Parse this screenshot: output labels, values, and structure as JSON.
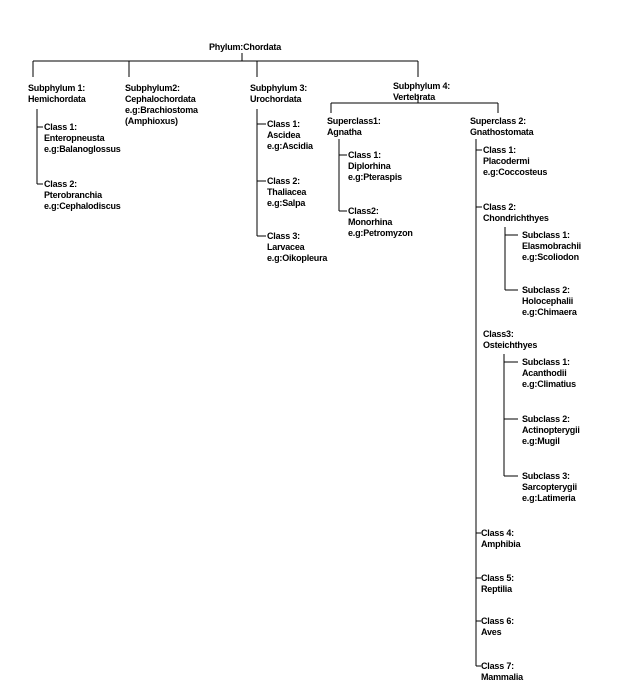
{
  "tree": {
    "root": [
      "Phylum:Chordata"
    ],
    "subphylum1": [
      "Subphylum 1:",
      "Hemichordata"
    ],
    "hemi_class1": [
      "Class 1:",
      "Enteropneusta",
      "e.g:Balanoglossus"
    ],
    "hemi_class2": [
      "Class 2:",
      "Pterobranchia",
      "e.g:Cephalodiscus"
    ],
    "subphylum2": [
      "Subphylum2:",
      "Cephalochordata",
      "e.g:Brachiostoma",
      "(Amphioxus)"
    ],
    "subphylum3": [
      "Subphylum 3:",
      "Urochordata"
    ],
    "uro_class1": [
      "Class 1:",
      "Ascidea",
      "e.g:Ascidia"
    ],
    "uro_class2": [
      "Class 2:",
      "Thaliacea",
      "e.g:Salpa"
    ],
    "uro_class3": [
      "Class 3:",
      "Larvacea",
      "e.g:Oikopleura"
    ],
    "subphylum4": [
      "Subphylum 4:",
      "Vertebrata"
    ],
    "superclass1": [
      "Superclass1:",
      "Agnatha"
    ],
    "agn_class1": [
      "Class 1:",
      "Diplorhina",
      "e.g:Pteraspis"
    ],
    "agn_class2": [
      "Class2:",
      "Monorhina",
      "e.g:Petromyzon"
    ],
    "superclass2": [
      "Superclass 2:",
      "Gnathostomata"
    ],
    "gna_class1": [
      "Class 1:",
      "Placodermi",
      "e.g:Coccosteus"
    ],
    "gna_class2": [
      "Class 2:",
      "Chondrichthyes"
    ],
    "chon_sub1": [
      "Subclass 1:",
      "Elasmobrachii",
      "e.g:Scoliodon"
    ],
    "chon_sub2": [
      "Subclass 2:",
      "Holocephalii",
      "e.g:Chimaera"
    ],
    "gna_class3": [
      "Class3:",
      "Osteichthyes"
    ],
    "ost_sub1": [
      "Subclass 1:",
      "Acanthodii",
      "e.g:Climatius"
    ],
    "ost_sub2": [
      "Subclass 2:",
      "Actinopterygii",
      "e.g:Mugil"
    ],
    "ost_sub3": [
      "Subclass 3:",
      "Sarcopterygii",
      "e.g:Latimeria"
    ],
    "gna_class4": [
      "Class 4:",
      "Amphibia"
    ],
    "gna_class5": [
      "Class 5:",
      "Reptilia"
    ],
    "gna_class6": [
      "Class 6:",
      "Aves"
    ],
    "gna_class7": [
      "Class 7:",
      "Mammalia"
    ]
  }
}
